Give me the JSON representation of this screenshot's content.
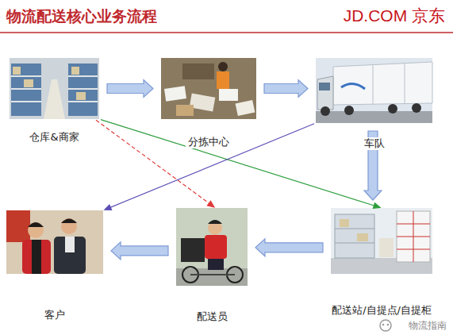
{
  "diagram": {
    "title": "物流配送核心业务流程",
    "nodes": [
      {
        "text": [
          "仓库&商家"
        ]
      },
      {
        "text": [
          "分拣中心"
        ]
      },
      {
        "text": [
          "车队"
        ]
      },
      {
        "text": [
          "配送站/自提点/自提柜"
        ]
      },
      {
        "text": [
          "配送员"
        ]
      },
      {
        "text": [
          "客户"
        ]
      }
    ],
    "edges": [
      {
        "from": 0,
        "to": 1,
        "arrow": "to"
      },
      {
        "from": 1,
        "to": 2,
        "arrow": "to"
      },
      {
        "from": 2,
        "to": 3,
        "arrow": "to"
      },
      {
        "from": 3,
        "to": 4,
        "arrow": "to"
      },
      {
        "from": 4,
        "to": 5,
        "arrow": "to"
      },
      {
        "from": 0,
        "to": 3,
        "arrow": "to"
      },
      {
        "from": 0,
        "to": 4,
        "arrow": "to"
      },
      {
        "from": 2,
        "to": 5,
        "arrow": "to"
      }
    ],
    "labels": [
      "JD.COM 京东",
      "物流指南"
    ]
  }
}
